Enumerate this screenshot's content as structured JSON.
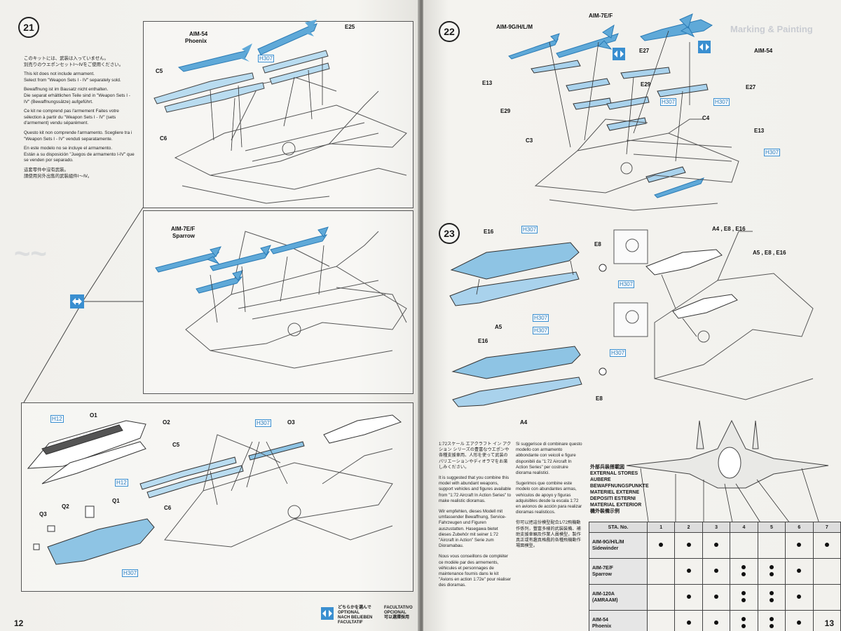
{
  "colors": {
    "part_blue": "#5fa9d8",
    "part_blue_dark": "#2b7bb5",
    "line": "#4a4a4a",
    "paper": "#f3f2ee"
  },
  "left_page": {
    "step": "21",
    "page_number": "12",
    "notes": [
      "このキットには、武装は入っていません。",
      "別売りのウエポンセットⅠ～Ⅳをご使用ください。",
      "This kit does not include armament.",
      "Select from \"Weapon Sets I - IV\" separately sold.",
      "Bewaffnung ist im Bausatz nicht enthalten.",
      "Die separat erhältlichen Teile sind in \"Weapon Sets I - IV\" (Bewaffnungssätze) aufgeführt.",
      "Ce kit ne comprend pas l'armement Faites votre sélection à partir du \"Weapon Sets I - IV\" (sets d'armement) vendu séparément.",
      "Questo kit non comprende l'armamento. Scegliere tra i \"Weapon Sets I - IV\" venduti separatamente.",
      "En este modelo no se incluye el armamento.",
      "Están a su disposición \"Juegos de armamento I-IV\" que se venden por separado.",
      "這套零件中沒有武裝。",
      "請使用另外出售的武裝組件Ⅰ～Ⅳ。"
    ],
    "panel1": {
      "missile_label": "AIM-54",
      "missile_sub": "Phoenix",
      "parts": [
        "E25",
        "C5",
        "C6"
      ],
      "h_ref": "H307"
    },
    "panel2": {
      "missile_label": "AIM-7E/F",
      "missile_sub": "Sparrow"
    },
    "panel3": {
      "parts": [
        "O1",
        "O2",
        "O3",
        "C5",
        "C6",
        "Q1",
        "Q2",
        "Q3"
      ],
      "h_refs": [
        "H12",
        "H12",
        "H307",
        "H307"
      ]
    },
    "optional_legend": [
      "どちらかを選んで",
      "OPTIONAL",
      "NACH BELIEBEN",
      "FACULTATIF"
    ],
    "optional_legend_right": [
      "FACULTATIVO",
      "OPCIONAL",
      "可以選擇採用"
    ]
  },
  "right_page": {
    "step22": "22",
    "step23": "23",
    "page_number": "13",
    "step22_labels": [
      "AIM-9G/H/L/M",
      "AIM-7E/F",
      "AIM-54",
      "E27",
      "E27",
      "E29",
      "E29",
      "E13",
      "E13",
      "C3",
      "C4",
      "H307",
      "H307",
      "H307"
    ],
    "step23_labels": [
      "E16",
      "E16",
      "E8",
      "E8",
      "A5",
      "A4",
      "A4 , E8 , E16",
      "A5 , E8 , E16",
      "H307",
      "H307",
      "H307",
      "H307",
      "H307"
    ],
    "ghost_title": "Marking & Painting",
    "text_col1": [
      "1:72スケール エアクラフト イン アクション シリーズの豊富なウエポンや各種支援車両、人形を使って武装のバリエーションやディオラマをお楽しみください。",
      "It is suggested that you combine this model with abundant weapons, support vehicles and figures available from \"1:72 Aircraft In Action Series\" to make realistic dioramas.",
      "Wir empfehlen, dieses Modell mit umfassender Bewaffnung, Service-Fahrzeugen und Figuren auszustatten. Hasegawa bietet dieses Zubehör mit seiner 1:72 \"Aircraft in Action\" Serie zum Dioramabau.",
      "Nous vous conseillons de compléter ce modèle par des armements, véhicules et personnages de maintenance fournis dans le kit \"Avions en action 1:72e\" pour réaliser des dioramas."
    ],
    "text_col2": [
      "Si suggerisce di combinare questo modello con armamento abbondante con veicoli e figure disponibili da \"1:72 Aircraft In Action Series\" per costruire diorama realistici.",
      "Sugerimos que combine este modelo con abundantes armas, vehículos de apoyo y figuras adquisibles desde la escala 1:72 en avionos de acción para realizar dioramas realisticos.",
      "你可以把這份模型配合1/72飛機動作係列，豐富多樣的武裝裝備、補助支援車輛及作業人員模型，製作真正或有趣真格戲的各種飛機動作場面模型。"
    ],
    "stores_heading": [
      "外部兵装搭載図",
      "EXTERNAL STORES",
      "AUBERE",
      "BEWAFFNUNGSPUNKTE",
      "MATERIEL EXTERNE",
      "DEPOSITI ESTERNI",
      "MATERIAL EXTERIOR",
      "機外裝備示例"
    ],
    "stores_table": {
      "header": [
        "STA. No.",
        "1",
        "2",
        "3",
        "4",
        "5",
        "6",
        "7"
      ],
      "rows": [
        {
          "name": "AIM-9G/H/L/M",
          "sub": "Sidewinder",
          "dots": [
            1,
            1,
            1,
            0,
            0,
            1,
            1
          ]
        },
        {
          "name": "AIM-7E/F",
          "sub": "Sparrow",
          "dots": [
            0,
            1,
            1,
            2,
            2,
            1,
            0
          ]
        },
        {
          "name": "AIM-120A",
          "sub": "(AMRAAM)",
          "dots": [
            0,
            1,
            1,
            2,
            2,
            1,
            0
          ]
        },
        {
          "name": "AIM-54",
          "sub": "Phoenix",
          "dots": [
            0,
            1,
            1,
            2,
            2,
            1,
            0
          ]
        }
      ]
    }
  }
}
